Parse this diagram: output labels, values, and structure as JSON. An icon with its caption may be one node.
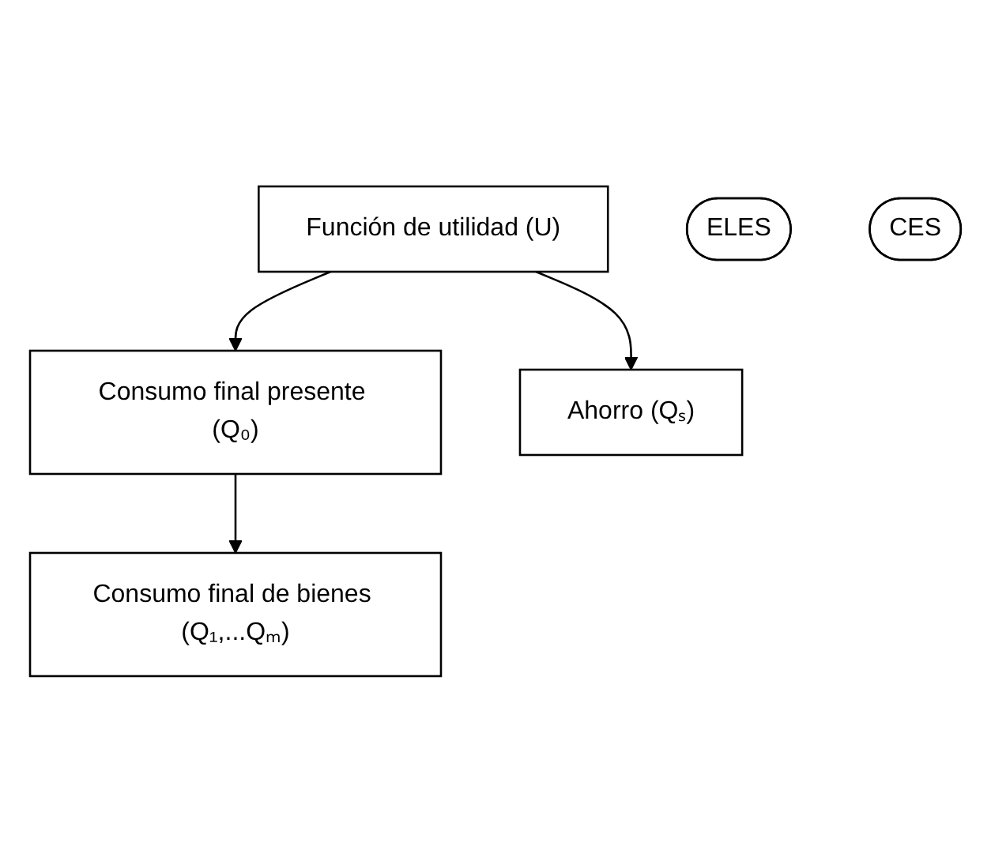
{
  "diagram": {
    "nodes": [
      {
        "text": [
          "Función de utilidad (U)"
        ]
      },
      {
        "text": [
          "Consumo final presente (Q₀)"
        ]
      },
      {
        "text": [
          "Ahorro (Qₛ)"
        ]
      },
      {
        "text": [
          "Consumo final de bienes (Q₁,...Qₘ)"
        ]
      },
      {
        "text": [
          "ELES"
        ]
      },
      {
        "text": [
          "CES"
        ]
      }
    ],
    "edges": [
      {
        "from": 0,
        "to": 1,
        "arrow": "to"
      },
      {
        "from": 0,
        "to": 2,
        "arrow": "to"
      },
      {
        "from": 1,
        "to": 3,
        "arrow": "to"
      }
    ]
  }
}
